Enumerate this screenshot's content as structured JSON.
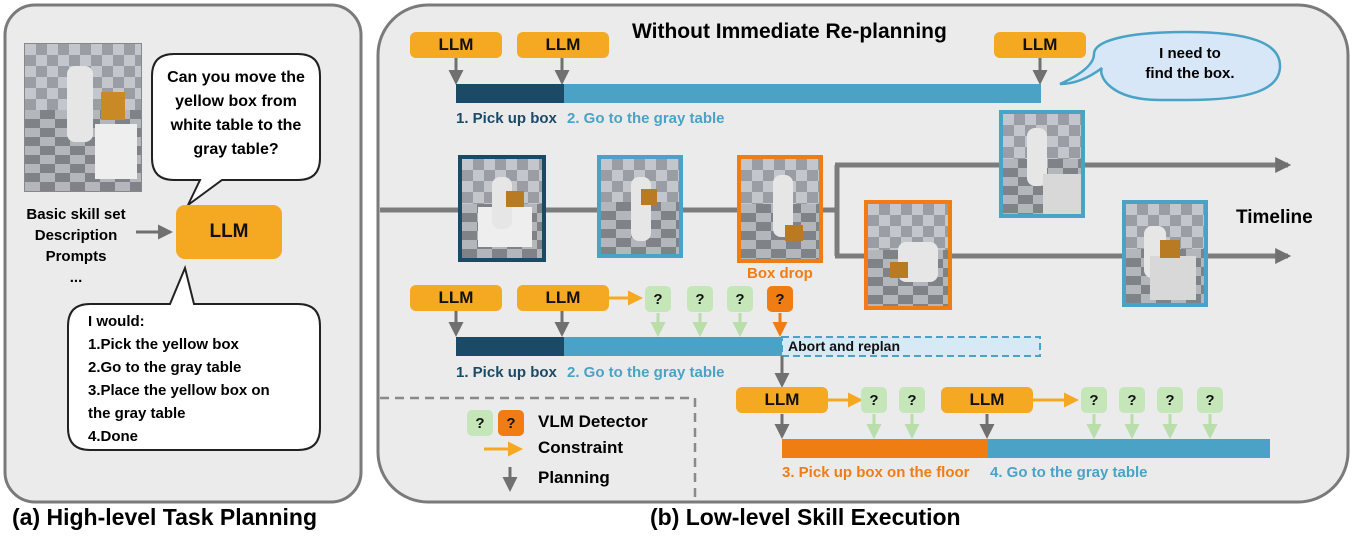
{
  "panel_a": {
    "caption": "(a) High-level Task Planning",
    "user_bubble": [
      "Can you move the",
      "yellow box from",
      "white table to the",
      "gray table?"
    ],
    "inputs": [
      "Basic skill set",
      "Description",
      "Prompts",
      "..."
    ],
    "llm_label": "LLM",
    "plan_bubble": [
      "I would:",
      "1.Pick the yellow box",
      "2.Go to the gray table",
      "3.Place the yellow box on",
      "the gray table",
      "4.Done"
    ]
  },
  "panel_b": {
    "caption": "(b) Low-level Skill Execution",
    "title": "Without Immediate Re-planning",
    "llm_label": "LLM",
    "top_steps": [
      "1. Pick up box",
      "2. Go to the gray table"
    ],
    "thought_bubble": [
      "I need to",
      "find the box."
    ],
    "timeline_label": "Timeline",
    "box_drop_label": "Box drop",
    "abort_label": "Abort and replan",
    "mid_steps": [
      "1. Pick up box",
      "2. Go to the gray table"
    ],
    "bottom_steps": [
      "3. Pick up box on the floor",
      "4. Go to the gray table"
    ],
    "question_mark": "?",
    "legend": {
      "detector": "VLM Detector",
      "constraint": "Constraint",
      "planning": "Planning"
    }
  },
  "colors": {
    "llm": "#f5a822",
    "dark_blue": "#1b4a66",
    "light_blue": "#4aa3c6",
    "orange": "#ef7d14",
    "green": "#c5e6b8",
    "gray": "#707070"
  }
}
